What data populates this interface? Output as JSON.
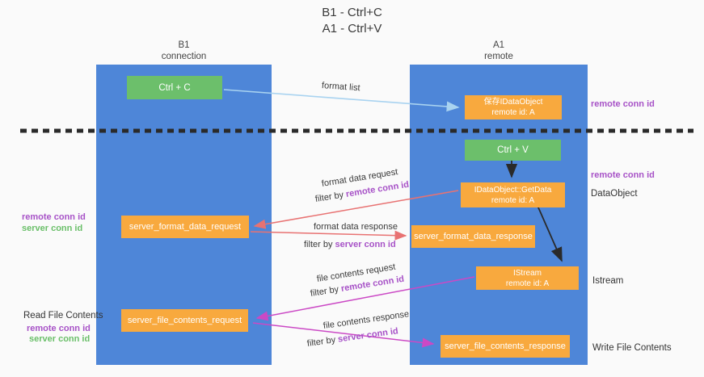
{
  "title": {
    "line1": "B1 - Ctrl+C",
    "line2": "A1 - Ctrl+V"
  },
  "lanes": {
    "left": {
      "name": "B1",
      "role": "connection"
    },
    "right": {
      "name": "A1",
      "role": "remote"
    }
  },
  "boxes": {
    "ctrl_c": {
      "label": "Ctrl + C"
    },
    "ctrl_v": {
      "label": "Ctrl + V"
    },
    "save_dataobject": {
      "line1": "保存IDataObject",
      "line2": "remote id: A"
    },
    "getdata": {
      "line1": "IDataObject::GetData",
      "line2": "remote id: A"
    },
    "istream": {
      "line1": "IStream",
      "line2": "remote id: A"
    },
    "format_request": {
      "label": "server_format_data_request"
    },
    "format_response": {
      "label": "server_format_data_response"
    },
    "file_request": {
      "label": "server_file_contents_request"
    },
    "file_response": {
      "label": "server_file_contents_response"
    }
  },
  "arrow_labels": {
    "format_list": "format list",
    "format_data_request": "format data request",
    "format_data_response": "format data response",
    "file_contents_request": "file contents request",
    "file_contents_response": "file contents response",
    "filter_by": "filter by ",
    "remote_conn_id": "remote conn id",
    "server_conn_id": "server conn id"
  },
  "side_labels": {
    "remote_conn_id": "remote conn id",
    "server_conn_id": "server conn id",
    "dataobject": "DataObject",
    "istream": "Istream",
    "read_file_contents": "Read File Contents",
    "write_file_contents": "Write File Contents"
  },
  "colors": {
    "lane_blue": "#4e86d8",
    "box_green": "#6cbf6b",
    "box_orange": "#f8a93e",
    "purple_text": "#a752c7",
    "green_text": "#6abf69",
    "arrow_lightblue": "#a9d3f0",
    "arrow_red": "#e87272",
    "arrow_magenta": "#cb49c5",
    "arrow_black": "#2a2a2a"
  }
}
